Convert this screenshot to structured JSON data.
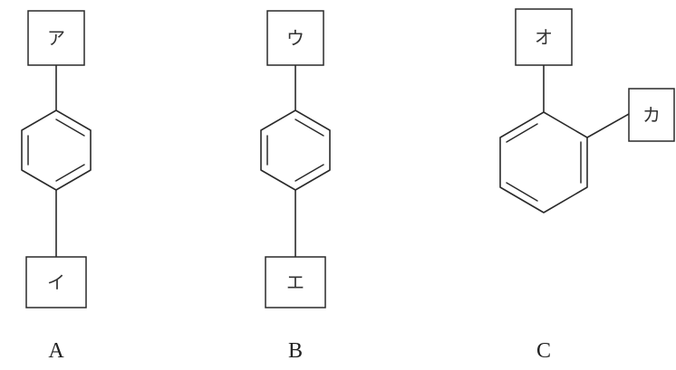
{
  "structures": [
    {
      "id": "A",
      "caption": "A",
      "substituents": [
        "ア",
        "イ"
      ],
      "pattern": "para"
    },
    {
      "id": "B",
      "caption": "B",
      "substituents": [
        "ウ",
        "エ"
      ],
      "pattern": "para"
    },
    {
      "id": "C",
      "caption": "C",
      "substituents": [
        "オ",
        "カ"
      ],
      "pattern": "ortho"
    }
  ]
}
